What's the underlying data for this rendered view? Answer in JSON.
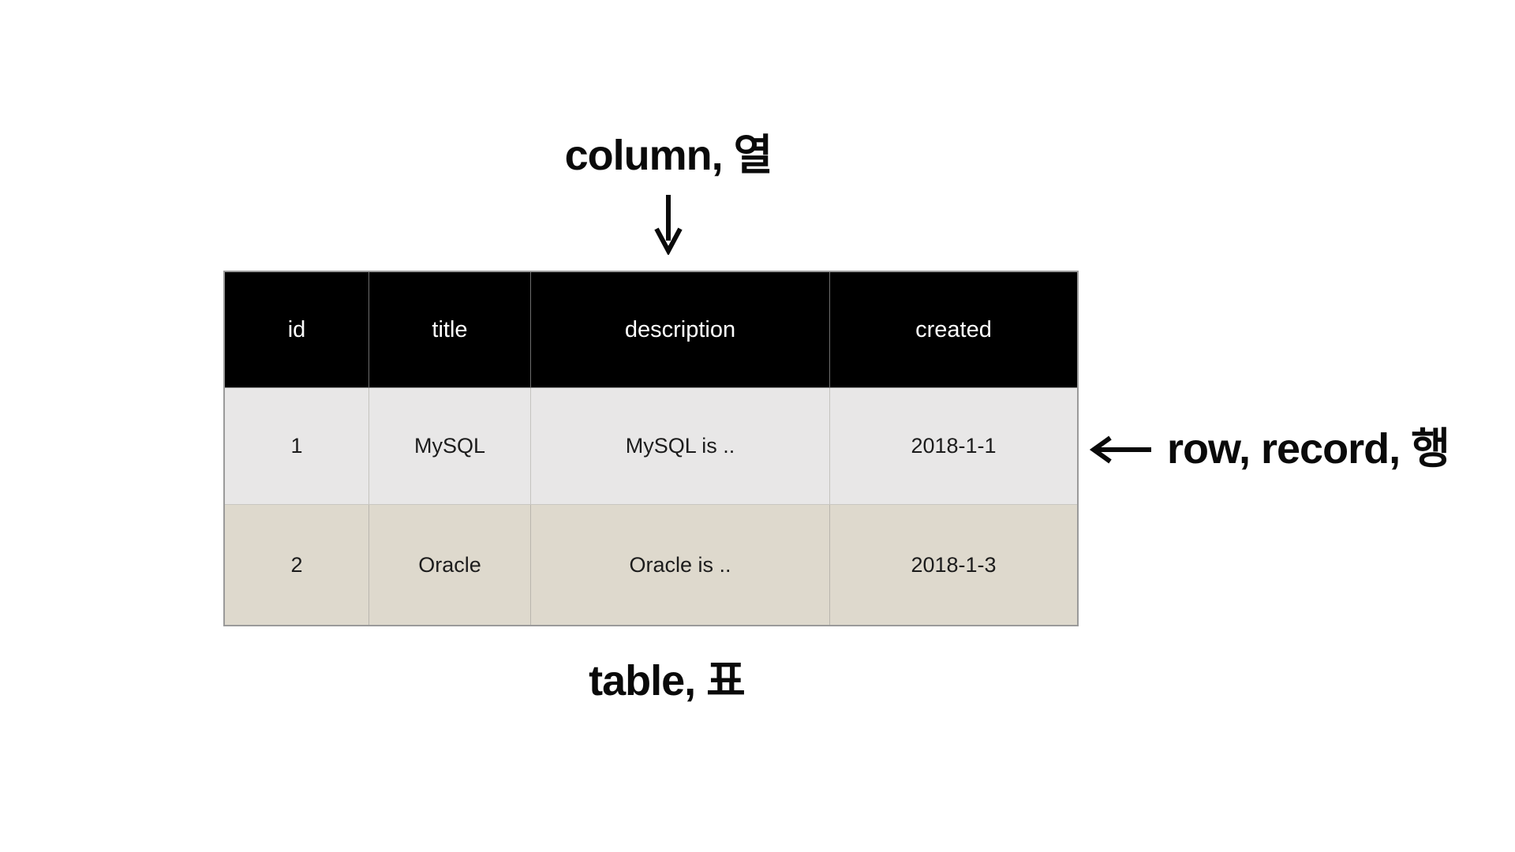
{
  "annotations": {
    "column_label": "column, 열",
    "row_label": "row, record, 행",
    "table_label": "table, 표"
  },
  "icons": {
    "down_arrow": "down-arrow-icon",
    "left_arrow": "left-arrow-icon"
  },
  "table": {
    "columns": [
      "id",
      "title",
      "description",
      "created"
    ],
    "rows": [
      {
        "id": "1",
        "title": "MySQL",
        "description": "MySQL is ..",
        "created": "2018-1-1"
      },
      {
        "id": "2",
        "title": "Oracle",
        "description": "Oracle is ..",
        "created": "2018-1-3"
      }
    ]
  },
  "colors": {
    "header_bg": "#000000",
    "header_text": "#ffffff",
    "row1_bg": "#e8e7e7",
    "row2_bg": "#ded9cd",
    "body_text": "#1c1c1c",
    "label_text": "#0a0a0a",
    "table_border": "#9a9a9a"
  }
}
